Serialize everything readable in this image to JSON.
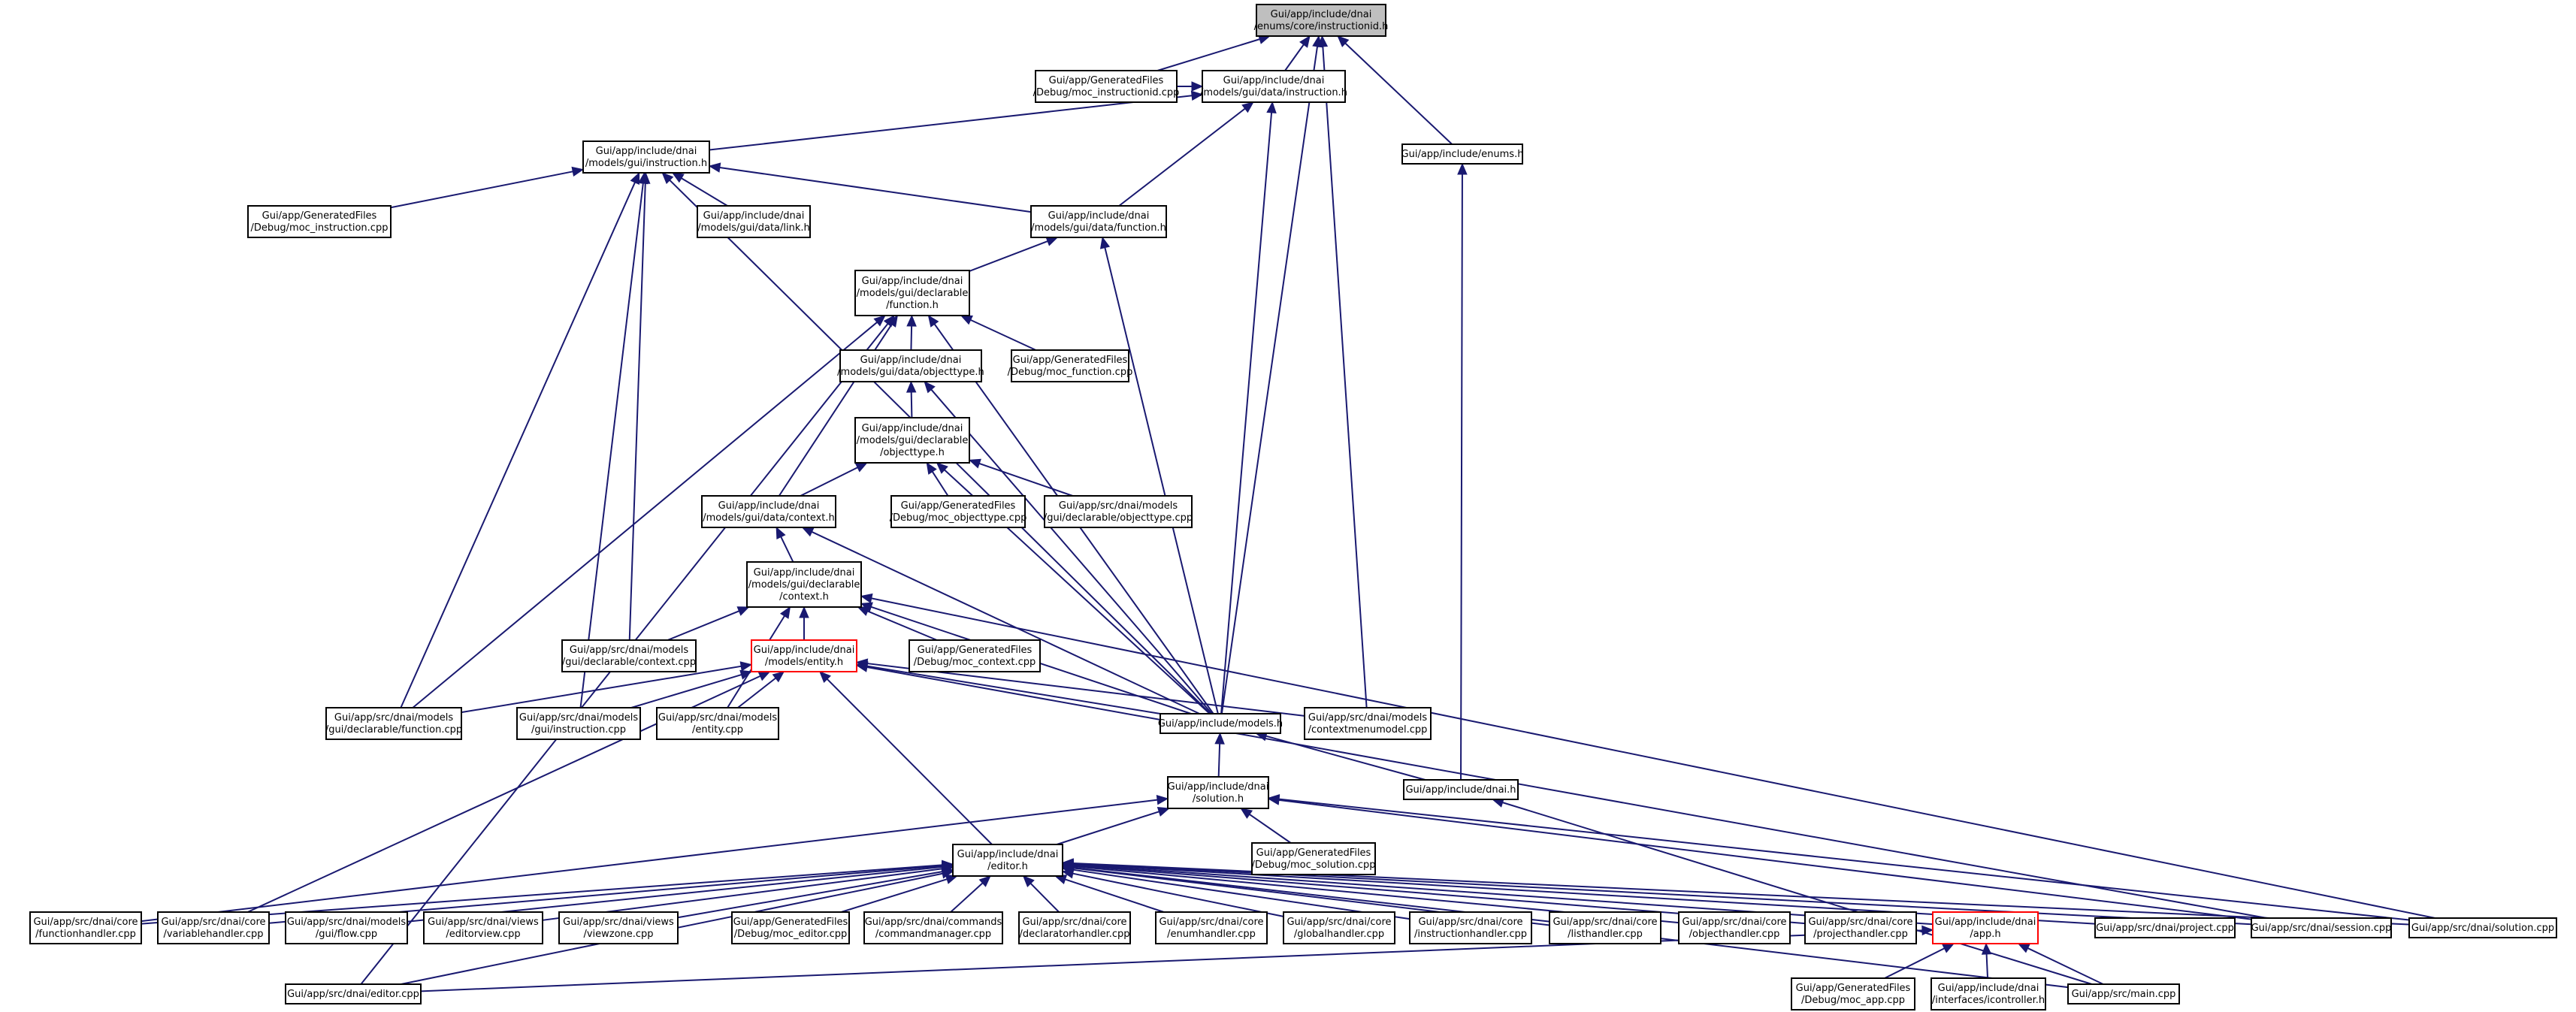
{
  "title": "",
  "colors": {
    "edge": "#191970",
    "root_fill": "#bfbfbf",
    "highlight_border": "#ff0000"
  },
  "nodes": [
    {
      "id": "n_instructionid",
      "lines": [
        "Gui/app/include/dnai",
        "/enums/core/instructionid.h"
      ],
      "style": "root"
    },
    {
      "id": "n_moc_instructionid",
      "lines": [
        "Gui/app/GeneratedFiles",
        "/Debug/moc_instructionid.cpp"
      ]
    },
    {
      "id": "n_data_instruction",
      "lines": [
        "Gui/app/include/dnai",
        "/models/gui/data/instruction.h"
      ]
    },
    {
      "id": "n_enums",
      "lines": [
        "Gui/app/include/enums.h"
      ]
    },
    {
      "id": "n_gui_instruction",
      "lines": [
        "Gui/app/include/dnai",
        "/models/gui/instruction.h"
      ]
    },
    {
      "id": "n_moc_instruction",
      "lines": [
        "Gui/app/GeneratedFiles",
        "/Debug/moc_instruction.cpp"
      ]
    },
    {
      "id": "n_link",
      "lines": [
        "Gui/app/include/dnai",
        "/models/gui/data/link.h"
      ]
    },
    {
      "id": "n_data_function",
      "lines": [
        "Gui/app/include/dnai",
        "/models/gui/data/function.h"
      ]
    },
    {
      "id": "n_decl_function",
      "lines": [
        "Gui/app/include/dnai",
        "/models/gui/declarable",
        "/function.h"
      ]
    },
    {
      "id": "n_data_objecttype",
      "lines": [
        "Gui/app/include/dnai",
        "/models/gui/data/objecttype.h"
      ]
    },
    {
      "id": "n_moc_function",
      "lines": [
        "Gui/app/GeneratedFiles",
        "/Debug/moc_function.cpp"
      ]
    },
    {
      "id": "n_decl_objecttype",
      "lines": [
        "Gui/app/include/dnai",
        "/models/gui/declarable",
        "/objecttype.h"
      ]
    },
    {
      "id": "n_data_context",
      "lines": [
        "Gui/app/include/dnai",
        "/models/gui/data/context.h"
      ]
    },
    {
      "id": "n_moc_objecttype",
      "lines": [
        "Gui/app/GeneratedFiles",
        "/Debug/moc_objecttype.cpp"
      ]
    },
    {
      "id": "n_src_objecttype",
      "lines": [
        "Gui/app/src/dnai/models",
        "/gui/declarable/objecttype.cpp"
      ]
    },
    {
      "id": "n_decl_context",
      "lines": [
        "Gui/app/include/dnai",
        "/models/gui/declarable",
        "/context.h"
      ]
    },
    {
      "id": "n_src_context",
      "lines": [
        "Gui/app/src/dnai/models",
        "/gui/declarable/context.cpp"
      ]
    },
    {
      "id": "n_moc_context",
      "lines": [
        "Gui/app/GeneratedFiles",
        "/Debug/moc_context.cpp"
      ]
    },
    {
      "id": "n_entity",
      "lines": [
        "Gui/app/include/dnai",
        "/models/entity.h"
      ],
      "style": "red"
    },
    {
      "id": "n_src_function",
      "lines": [
        "Gui/app/src/dnai/models",
        "/gui/declarable/function.cpp"
      ]
    },
    {
      "id": "n_src_instruction",
      "lines": [
        "Gui/app/src/dnai/models",
        "/gui/instruction.cpp"
      ]
    },
    {
      "id": "n_src_entity",
      "lines": [
        "Gui/app/src/dnai/models",
        "/entity.cpp"
      ]
    },
    {
      "id": "n_models",
      "lines": [
        "Gui/app/include/models.h"
      ]
    },
    {
      "id": "n_contextmenu",
      "lines": [
        "Gui/app/src/dnai/models",
        "/contextmenumodel.cpp"
      ]
    },
    {
      "id": "n_solution_h",
      "lines": [
        "Gui/app/include/dnai",
        "/solution.h"
      ]
    },
    {
      "id": "n_dnai_h",
      "lines": [
        "Gui/app/include/dnai.h"
      ]
    },
    {
      "id": "n_moc_solution",
      "lines": [
        "Gui/app/GeneratedFiles",
        "/Debug/moc_solution.cpp"
      ]
    },
    {
      "id": "n_editor_h",
      "lines": [
        "Gui/app/include/dnai",
        "/editor.h"
      ]
    },
    {
      "id": "n_functionhandler",
      "lines": [
        "Gui/app/src/dnai/core",
        "/functionhandler.cpp"
      ]
    },
    {
      "id": "n_variablehandler",
      "lines": [
        "Gui/app/src/dnai/core",
        "/variablehandler.cpp"
      ]
    },
    {
      "id": "n_flow",
      "lines": [
        "Gui/app/src/dnai/models",
        "/gui/flow.cpp"
      ]
    },
    {
      "id": "n_editorview",
      "lines": [
        "Gui/app/src/dnai/views",
        "/editorview.cpp"
      ]
    },
    {
      "id": "n_viewzone",
      "lines": [
        "Gui/app/src/dnai/views",
        "/viewzone.cpp"
      ]
    },
    {
      "id": "n_moc_editor",
      "lines": [
        "Gui/app/GeneratedFiles",
        "/Debug/moc_editor.cpp"
      ]
    },
    {
      "id": "n_commandmanager",
      "lines": [
        "Gui/app/src/dnai/commands",
        "/commandmanager.cpp"
      ]
    },
    {
      "id": "n_declaratorhandler",
      "lines": [
        "Gui/app/src/dnai/core",
        "/declaratorhandler.cpp"
      ]
    },
    {
      "id": "n_enumhandler",
      "lines": [
        "Gui/app/src/dnai/core",
        "/enumhandler.cpp"
      ]
    },
    {
      "id": "n_globalhandler",
      "lines": [
        "Gui/app/src/dnai/core",
        "/globalhandler.cpp"
      ]
    },
    {
      "id": "n_instructionhandler",
      "lines": [
        "Gui/app/src/dnai/core",
        "/instructionhandler.cpp"
      ]
    },
    {
      "id": "n_listhandler",
      "lines": [
        "Gui/app/src/dnai/core",
        "/listhandler.cpp"
      ]
    },
    {
      "id": "n_objecthandler",
      "lines": [
        "Gui/app/src/dnai/core",
        "/objecthandler.cpp"
      ]
    },
    {
      "id": "n_projecthandler",
      "lines": [
        "Gui/app/src/dnai/core",
        "/projecthandler.cpp"
      ]
    },
    {
      "id": "n_app_h",
      "lines": [
        "Gui/app/include/dnai",
        "/app.h"
      ],
      "style": "red"
    },
    {
      "id": "n_project_cpp",
      "lines": [
        "Gui/app/src/dnai/project.cpp"
      ]
    },
    {
      "id": "n_session_cpp",
      "lines": [
        "Gui/app/src/dnai/session.cpp"
      ]
    },
    {
      "id": "n_solution_cpp",
      "lines": [
        "Gui/app/src/dnai/solution.cpp"
      ]
    },
    {
      "id": "n_editor_cpp",
      "lines": [
        "Gui/app/src/dnai/editor.cpp"
      ]
    },
    {
      "id": "n_moc_app",
      "lines": [
        "Gui/app/GeneratedFiles",
        "/Debug/moc_app.cpp"
      ]
    },
    {
      "id": "n_icontroller",
      "lines": [
        "Gui/app/include/dnai",
        "/interfaces/icontroller.h"
      ]
    },
    {
      "id": "n_main_cpp",
      "lines": [
        "Gui/app/src/main.cpp"
      ]
    }
  ],
  "edges": [
    [
      "n_moc_instructionid",
      "n_instructionid"
    ],
    [
      "n_data_instruction",
      "n_instructionid"
    ],
    [
      "n_enums",
      "n_instructionid"
    ],
    [
      "n_contextmenu",
      "n_instructionid"
    ],
    [
      "n_models",
      "n_instructionid"
    ],
    [
      "n_gui_instruction",
      "n_data_instruction"
    ],
    [
      "n_moc_instructionid",
      "n_data_instruction"
    ],
    [
      "n_data_function",
      "n_data_instruction"
    ],
    [
      "n_models",
      "n_data_instruction"
    ],
    [
      "n_moc_instruction",
      "n_gui_instruction"
    ],
    [
      "n_link",
      "n_gui_instruction"
    ],
    [
      "n_data_function",
      "n_gui_instruction"
    ],
    [
      "n_src_function",
      "n_gui_instruction"
    ],
    [
      "n_src_instruction",
      "n_gui_instruction"
    ],
    [
      "n_src_context",
      "n_gui_instruction"
    ],
    [
      "n_models",
      "n_gui_instruction"
    ],
    [
      "n_decl_function",
      "n_data_function"
    ],
    [
      "n_models",
      "n_data_function"
    ],
    [
      "n_data_objecttype",
      "n_decl_function"
    ],
    [
      "n_moc_function",
      "n_decl_function"
    ],
    [
      "n_data_context",
      "n_decl_function"
    ],
    [
      "n_src_function",
      "n_decl_function"
    ],
    [
      "n_editor_cpp",
      "n_decl_function"
    ],
    [
      "n_models",
      "n_decl_function"
    ],
    [
      "n_decl_objecttype",
      "n_data_objecttype"
    ],
    [
      "n_models",
      "n_data_objecttype"
    ],
    [
      "n_data_context",
      "n_decl_objecttype"
    ],
    [
      "n_moc_objecttype",
      "n_decl_objecttype"
    ],
    [
      "n_src_objecttype",
      "n_decl_objecttype"
    ],
    [
      "n_models",
      "n_decl_objecttype"
    ],
    [
      "n_decl_context",
      "n_data_context"
    ],
    [
      "n_models",
      "n_data_context"
    ],
    [
      "n_src_context",
      "n_decl_context"
    ],
    [
      "n_moc_context",
      "n_decl_context"
    ],
    [
      "n_entity",
      "n_decl_context"
    ],
    [
      "n_src_entity",
      "n_decl_context"
    ],
    [
      "n_models",
      "n_decl_context"
    ],
    [
      "n_solution_cpp",
      "n_decl_context"
    ],
    [
      "n_src_function",
      "n_entity"
    ],
    [
      "n_src_instruction",
      "n_entity"
    ],
    [
      "n_src_entity",
      "n_entity"
    ],
    [
      "n_models",
      "n_entity"
    ],
    [
      "n_contextmenu",
      "n_entity"
    ],
    [
      "n_editor_h",
      "n_entity"
    ],
    [
      "n_variablehandler",
      "n_entity"
    ],
    [
      "n_session_cpp",
      "n_entity"
    ],
    [
      "n_solution_h",
      "n_models"
    ],
    [
      "n_dnai_h",
      "n_models"
    ],
    [
      "n_dnai_h",
      "n_enums"
    ],
    [
      "n_editor_h",
      "n_solution_h"
    ],
    [
      "n_moc_solution",
      "n_solution_h"
    ],
    [
      "n_functionhandler",
      "n_solution_h"
    ],
    [
      "n_solution_cpp",
      "n_solution_h"
    ],
    [
      "n_session_cpp",
      "n_solution_h"
    ],
    [
      "n_functionhandler",
      "n_editor_h"
    ],
    [
      "n_variablehandler",
      "n_editor_h"
    ],
    [
      "n_flow",
      "n_editor_h"
    ],
    [
      "n_editorview",
      "n_editor_h"
    ],
    [
      "n_viewzone",
      "n_editor_h"
    ],
    [
      "n_moc_editor",
      "n_editor_h"
    ],
    [
      "n_commandmanager",
      "n_editor_h"
    ],
    [
      "n_declaratorhandler",
      "n_editor_h"
    ],
    [
      "n_enumhandler",
      "n_editor_h"
    ],
    [
      "n_globalhandler",
      "n_editor_h"
    ],
    [
      "n_instructionhandler",
      "n_editor_h"
    ],
    [
      "n_listhandler",
      "n_editor_h"
    ],
    [
      "n_objecthandler",
      "n_editor_h"
    ],
    [
      "n_projecthandler",
      "n_editor_h"
    ],
    [
      "n_app_h",
      "n_editor_h"
    ],
    [
      "n_project_cpp",
      "n_editor_h"
    ],
    [
      "n_session_cpp",
      "n_editor_h"
    ],
    [
      "n_solution_cpp",
      "n_editor_h"
    ],
    [
      "n_editor_cpp",
      "n_editor_h"
    ],
    [
      "n_main_cpp",
      "n_editor_h"
    ],
    [
      "n_moc_app",
      "n_app_h"
    ],
    [
      "n_icontroller",
      "n_app_h"
    ],
    [
      "n_main_cpp",
      "n_app_h"
    ],
    [
      "n_editor_cpp",
      "n_app_h"
    ],
    [
      "n_main_cpp",
      "n_dnai_h"
    ]
  ]
}
